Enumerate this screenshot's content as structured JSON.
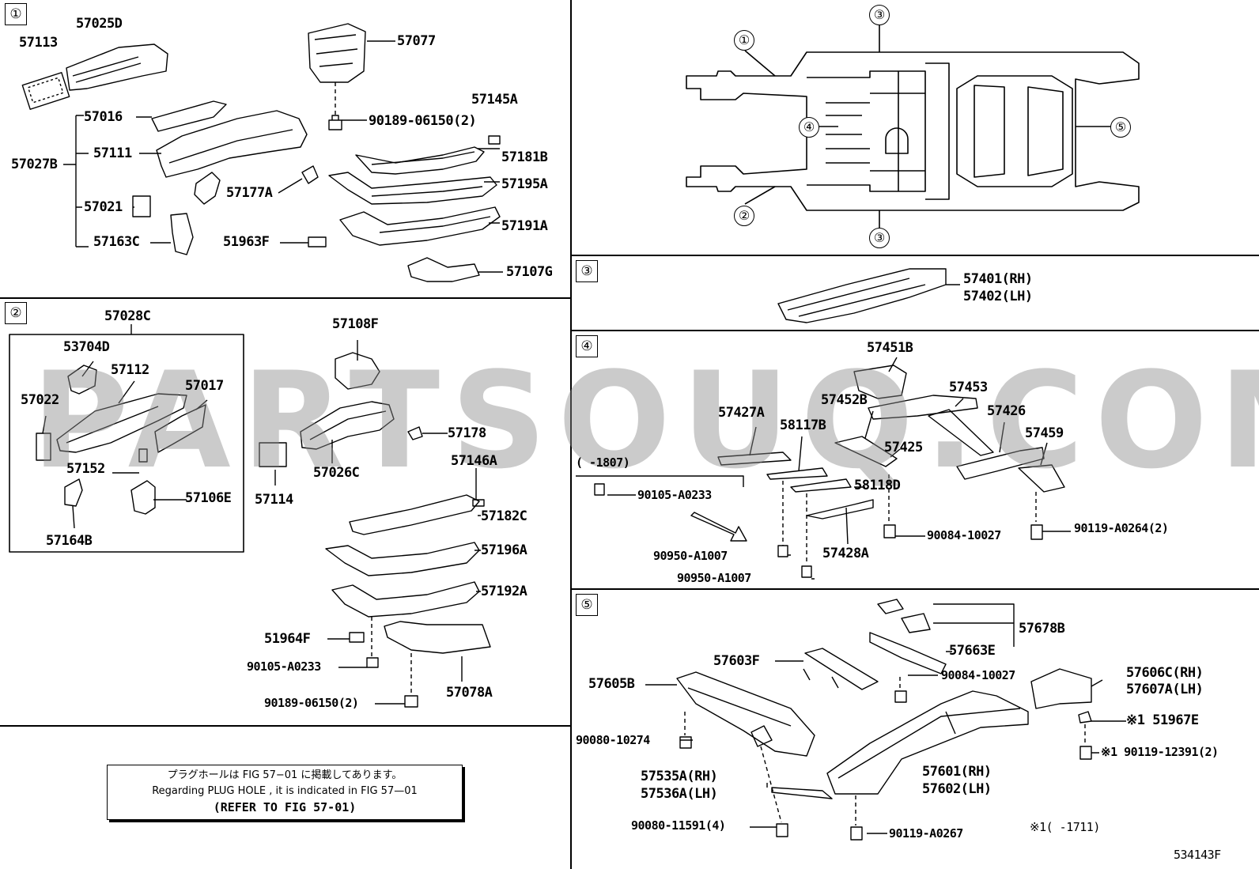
{
  "sections": {
    "s1": "①",
    "s2": "②",
    "s3": "③",
    "s4": "④",
    "s5": "⑤"
  },
  "overview": {
    "c1": "①",
    "c2": "②",
    "c3a": "③",
    "c3b": "③",
    "c4": "④",
    "c5": "⑤"
  },
  "parts_1": {
    "p57113": "57113",
    "p57025D": "57025D",
    "p57077": "57077",
    "p90189a": "90189-06150(2)",
    "p57145A": "57145A",
    "p57016": "57016",
    "p57111": "57111",
    "p57027B": "57027B",
    "p57021": "57021",
    "p57163C": "57163C",
    "p57177A": "57177A",
    "p51963F": "51963F",
    "p57181B": "57181B",
    "p57195A": "57195A",
    "p57191A": "57191A",
    "p57107G": "57107G"
  },
  "parts_2": {
    "p57028C": "57028C",
    "p53704D": "53704D",
    "p57112": "57112",
    "p57017": "57017",
    "p57022": "57022",
    "p57152": "57152",
    "p57106E": "57106E",
    "p57164B": "57164B",
    "p57108F": "57108F",
    "p57178": "57178",
    "p57026C": "57026C",
    "p57114": "57114",
    "p57146A": "57146A",
    "p57182C": "57182C",
    "p57196A": "57196A",
    "p57192A": "57192A",
    "p51964F": "51964F",
    "p90105": "90105-A0233",
    "p90189b": "90189-06150(2)",
    "p57078A": "57078A"
  },
  "parts_3": {
    "rh": "57401(RH)",
    "lh": "57402(LH)"
  },
  "parts_4": {
    "p57451B": "57451B",
    "p57453": "57453",
    "p57452B": "57452B",
    "p57426": "57426",
    "p57427A": "57427A",
    "p58117B": "58117B",
    "p57425": "57425",
    "p57459": "57459",
    "range": "(    -1807)",
    "p90105": "90105-A0233",
    "p58118D": "58118D",
    "p90084": "90084-10027",
    "p90119": "90119-A0264(2)",
    "p90950a": "90950-A1007",
    "p57428A": "57428A",
    "p90950b": "90950-A1007"
  },
  "parts_5": {
    "p57678B": "57678B",
    "p57663E": "57663E",
    "p57603F": "57603F",
    "p90084": "90084-10027",
    "p57606C": "57606C(RH)",
    "p57607A": "57607A(LH)",
    "p57605B": "57605B",
    "p51967E": "※1 51967E",
    "p90080a": "90080-10274",
    "p90119a": "※1 90119-12391(2)",
    "p57535A": "57535A(RH)",
    "p57536A": "57536A(LH)",
    "p57601": "57601(RH)",
    "p57602": "57602(LH)",
    "p90080b": "90080-11591(4)",
    "p90119b": "90119-A0267",
    "footnote": "※1(      -1711)"
  },
  "note": {
    "line1": "プラグホールは FIG 57−01 に掲載してあります。",
    "line2": "Regarding  PLUG  HOLE , it is indicated in FIG  57—01",
    "line3": "(REFER TO FIG 57-01)"
  },
  "watermark": "PARTSOUQ.COM",
  "figure_id": "534143F"
}
